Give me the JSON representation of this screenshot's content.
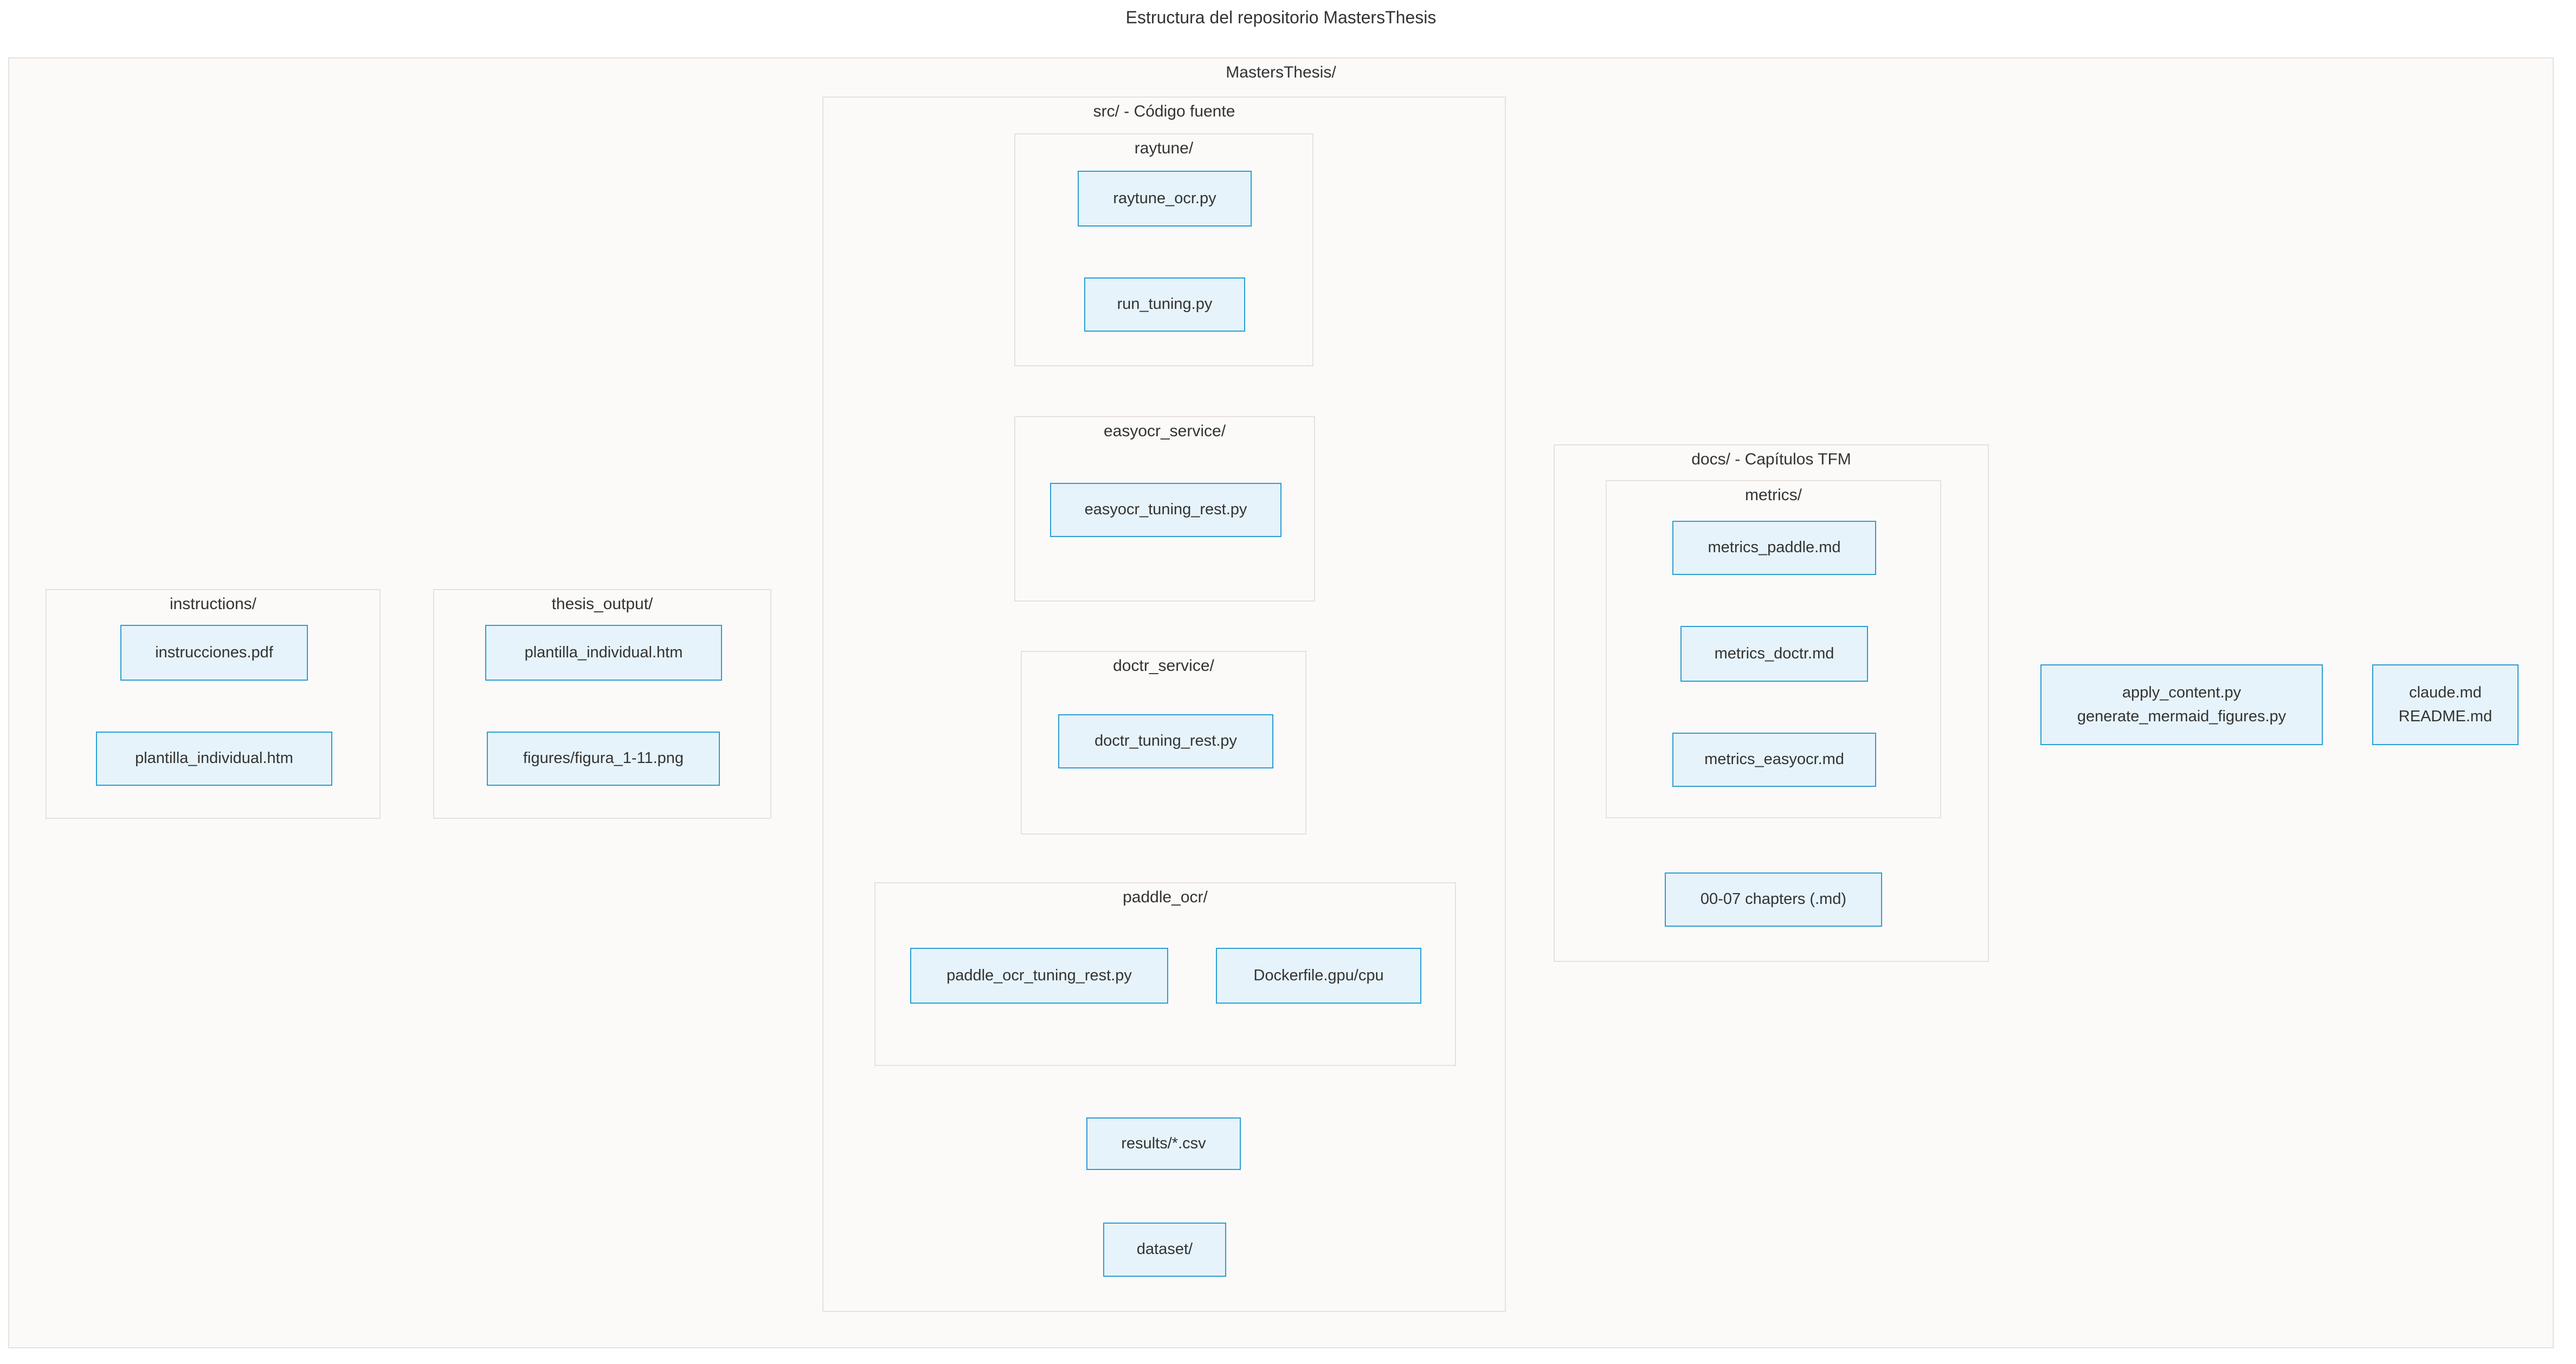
{
  "diagram": {
    "title": "Estructura del repositorio MastersThesis",
    "root_label": "MastersThesis/",
    "src": {
      "label": "src/ - Código fuente",
      "raytune": {
        "label": "raytune/",
        "nodes": [
          "raytune_ocr.py",
          "run_tuning.py"
        ]
      },
      "easyocr_service": {
        "label": "easyocr_service/",
        "nodes": [
          "easyocr_tuning_rest.py"
        ]
      },
      "doctr_service": {
        "label": "doctr_service/",
        "nodes": [
          "doctr_tuning_rest.py"
        ]
      },
      "paddle_ocr": {
        "label": "paddle_ocr/",
        "nodes": [
          "paddle_ocr_tuning_rest.py",
          "Dockerfile.gpu/cpu"
        ]
      },
      "nodes": [
        "results/*.csv",
        "dataset/"
      ]
    },
    "instructions": {
      "label": "instructions/",
      "nodes": [
        "instrucciones.pdf",
        "plantilla_individual.htm"
      ]
    },
    "thesis_output": {
      "label": "thesis_output/",
      "nodes": [
        "plantilla_individual.htm",
        "figures/figura_1-11.png"
      ]
    },
    "docs": {
      "label": "docs/ - Capítulos TFM",
      "metrics": {
        "label": "metrics/",
        "nodes": [
          "metrics_paddle.md",
          "metrics_doctr.md",
          "metrics_easyocr.md"
        ]
      },
      "chapters_node": "00-07 chapters (.md)"
    },
    "root_nodes": {
      "scripts": [
        "apply_content.py",
        "generate_mermaid_figures.py"
      ],
      "meta": [
        "claude.md",
        "README.md"
      ]
    },
    "colors": {
      "node_fill": "#e6f3fa",
      "node_border": "#2b9ed3",
      "group_fill": "#fbfaf9",
      "group_border": "#e9e0dd",
      "text": "#333333",
      "background": "#ffffff"
    }
  }
}
